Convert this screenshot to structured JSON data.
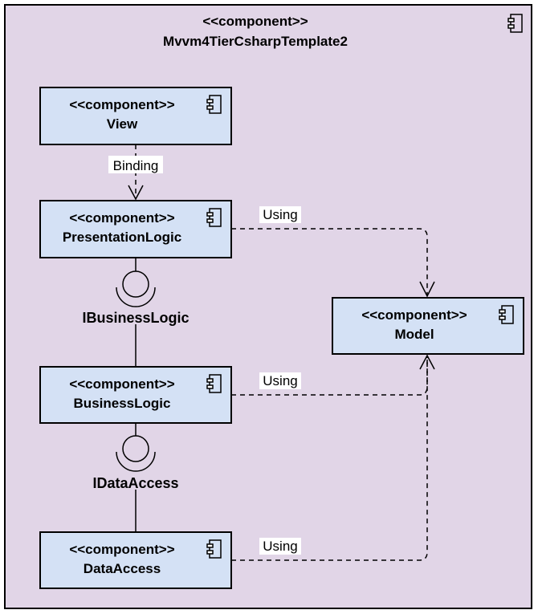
{
  "outer": {
    "stereotype": "<<component>>",
    "name": "Mvvm4TierCsharpTemplate2",
    "icon": "component-icon"
  },
  "components": [
    {
      "id": "view",
      "stereotype": "<<component>>",
      "name": "View",
      "icon": "component-icon"
    },
    {
      "id": "presentation",
      "stereotype": "<<component>>",
      "name": "PresentationLogic",
      "icon": "component-icon"
    },
    {
      "id": "business",
      "stereotype": "<<component>>",
      "name": "BusinessLogic",
      "icon": "component-icon"
    },
    {
      "id": "data",
      "stereotype": "<<component>>",
      "name": "DataAccess",
      "icon": "component-icon"
    },
    {
      "id": "model",
      "stereotype": "<<component>>",
      "name": "Model",
      "icon": "component-icon"
    }
  ],
  "interfaces": [
    {
      "name": "IBusinessLogic"
    },
    {
      "name": "IDataAccess"
    }
  ],
  "dependencies": [
    {
      "from": "View",
      "to": "PresentationLogic",
      "label": "Binding"
    },
    {
      "from": "PresentationLogic",
      "to": "Model",
      "label": "Using"
    },
    {
      "from": "BusinessLogic",
      "to": "Model",
      "label": "Using"
    },
    {
      "from": "DataAccess",
      "to": "Model",
      "label": "Using"
    }
  ],
  "colors": {
    "outer_fill": "#e1d5e7",
    "component_fill": "#d4e1f5",
    "stroke": "#000000"
  }
}
